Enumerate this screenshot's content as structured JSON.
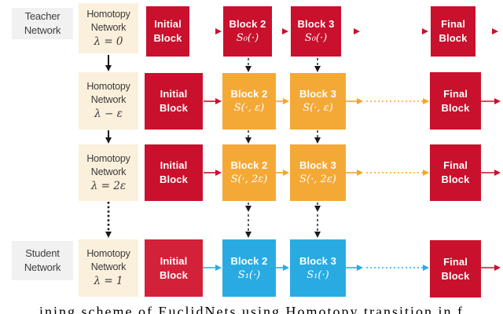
{
  "colors": {
    "red": "#C9102C",
    "student_initial_red": "#D4213A",
    "orange": "#F4A937",
    "orange_arrow": "#F5A623",
    "blue": "#29ABE2",
    "cream": "#FBF0DC",
    "label_bg": "#F1F1F1",
    "text_dark": "#3A3A3A",
    "black": "#1A1A1A"
  },
  "rows": [
    {
      "label_line1": "Teacher",
      "label_line2": "Network",
      "homotopy_line1": "Homotopy",
      "homotopy_line2": "Network",
      "homotopy_math": "λ = 0",
      "initial_line1": "Initial",
      "initial_line2": "Block",
      "block2_title": "Block 2",
      "block2_math": "S₀(·)",
      "block3_title": "Block 3",
      "block3_math": "S₀(·)",
      "final_line1": "Final",
      "final_line2": "Block"
    },
    {
      "homotopy_line1": "Homotopy",
      "homotopy_line2": "Network",
      "homotopy_math": "λ − ε",
      "initial_line1": "Initial",
      "initial_line2": "Block",
      "block2_title": "Block 2",
      "block2_math": "S(·, ε)",
      "block3_title": "Block 3",
      "block3_math": "S(·, ε)",
      "final_line1": "Final",
      "final_line2": "Block"
    },
    {
      "homotopy_line1": "Homotopy",
      "homotopy_line2": "Network",
      "homotopy_math": "λ = 2ε",
      "initial_line1": "Initial",
      "initial_line2": "Block",
      "block2_title": "Block 2",
      "block2_math": "S(·, 2ε)",
      "block3_title": "Block 3",
      "block3_math": "S(·, 2ε)",
      "final_line1": "Final",
      "final_line2": "Block"
    },
    {
      "label_line1": "Student",
      "label_line2": "Network",
      "homotopy_line1": "Homotopy",
      "homotopy_line2": "Network",
      "homotopy_math": "λ = 1",
      "initial_line1": "Initial",
      "initial_line2": "Block",
      "block2_title": "Block 2",
      "block2_math": "S₁(·)",
      "block3_title": "Block 3",
      "block3_math": "S₁(·)",
      "final_line1": "Final",
      "final_line2": "Block"
    }
  ],
  "caption": "ining scheme of EuclidNets using Homotopy   transition in f"
}
